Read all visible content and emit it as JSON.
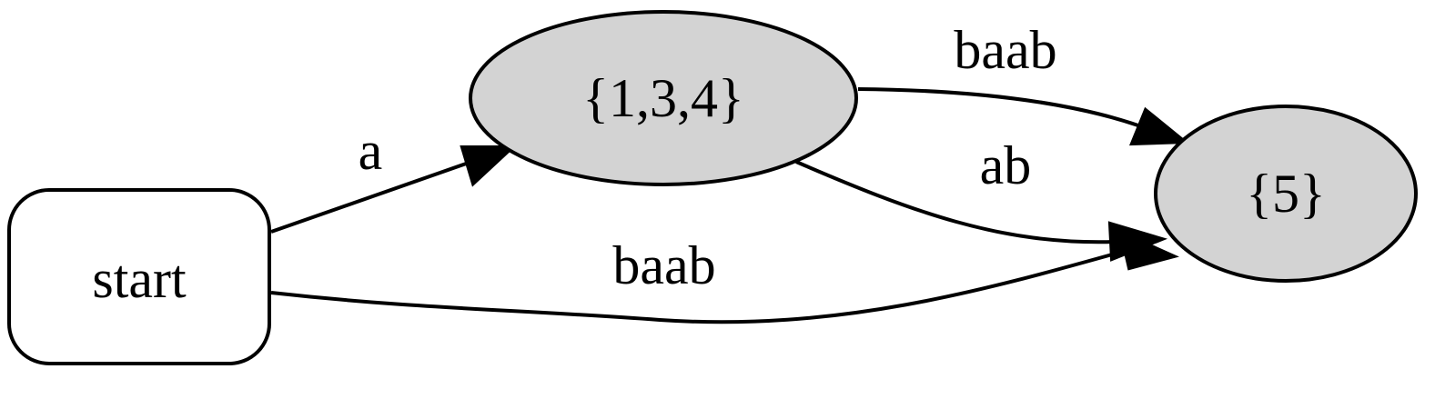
{
  "colors": {
    "start_fill": "#ffffff",
    "state_fill": "#d3d3d3",
    "stroke": "#000000"
  },
  "nodes": {
    "start": {
      "label": "start",
      "shape": "rounded-rectangle"
    },
    "s134": {
      "label": "{1,3,4}",
      "shape": "ellipse"
    },
    "s5": {
      "label": "{5}",
      "shape": "ellipse"
    }
  },
  "edges": {
    "start_s134": {
      "from": "start",
      "to": "{1,3,4}",
      "label": "a"
    },
    "s134_s5_top": {
      "from": "{1,3,4}",
      "to": "{5}",
      "label": "baab"
    },
    "s134_s5_mid": {
      "from": "{1,3,4}",
      "to": "{5}",
      "label": "ab"
    },
    "start_s5": {
      "from": "start",
      "to": "{5}",
      "label": "baab"
    }
  }
}
